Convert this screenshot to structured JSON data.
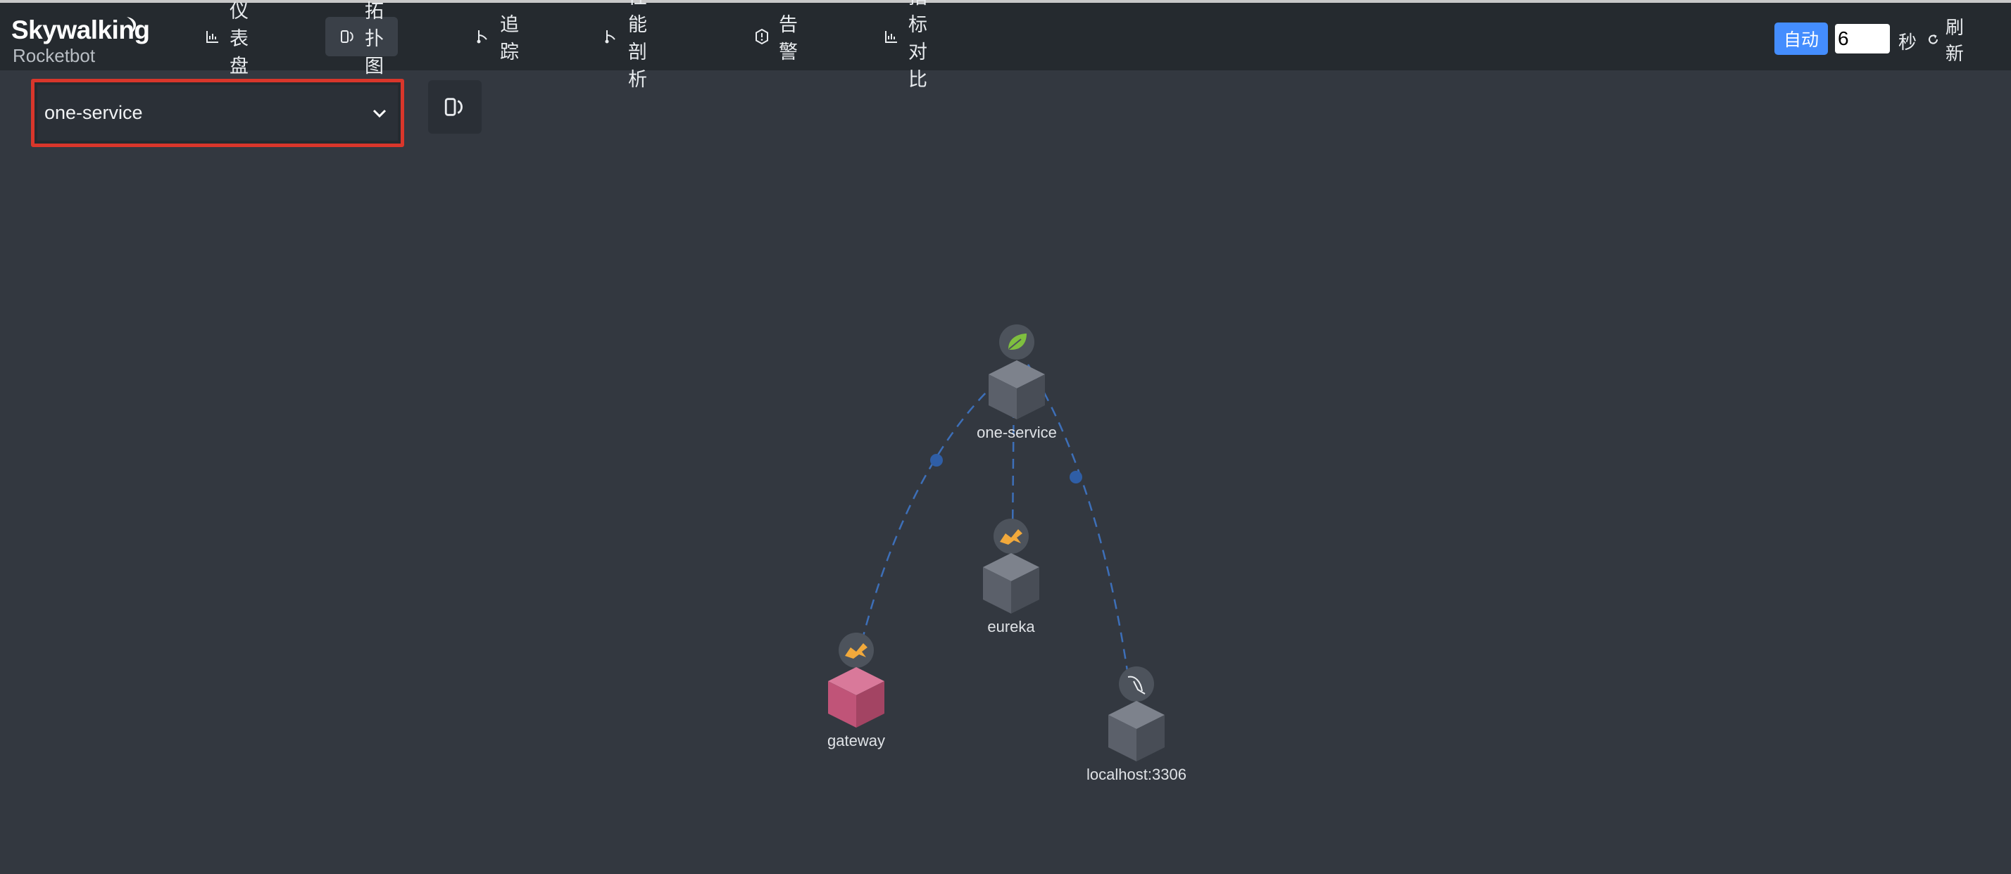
{
  "brand": {
    "name": "Skywalking",
    "subtitle": "Rocketbot"
  },
  "nav": {
    "items": [
      {
        "label": "仪表盘",
        "icon": "chart-icon",
        "active": false
      },
      {
        "label": "拓扑图",
        "icon": "topology-icon",
        "active": true
      },
      {
        "label": "追踪",
        "icon": "trace-icon",
        "active": false
      },
      {
        "label": "性能剖析",
        "icon": "profile-icon",
        "active": false
      },
      {
        "label": "告警",
        "icon": "alarm-icon",
        "active": false
      },
      {
        "label": "指标对比",
        "icon": "chart-icon",
        "active": false
      }
    ]
  },
  "toolbar": {
    "auto_label": "自动",
    "interval_value": "6",
    "seconds_label": "秒",
    "refresh_label": "刷新"
  },
  "service_selector": {
    "value": "one-service"
  },
  "topology": {
    "nodes": [
      {
        "id": "one-service",
        "label": "one-service",
        "type": "spring-boot",
        "color": "#5a5f6a"
      },
      {
        "id": "eureka",
        "label": "eureka",
        "type": "tomcat",
        "color": "#5a5f6a"
      },
      {
        "id": "gateway",
        "label": "gateway",
        "type": "tomcat",
        "color": "#c9557a"
      },
      {
        "id": "localhost:3306",
        "label": "localhost:3306",
        "type": "mysql",
        "color": "#5a5f6a"
      }
    ],
    "edges": [
      {
        "from": "gateway",
        "to": "one-service"
      },
      {
        "from": "eureka",
        "to": "one-service"
      },
      {
        "from": "localhost:3306",
        "to": "one-service"
      }
    ]
  },
  "colors": {
    "accent": "#448dfe",
    "highlight_border": "#d9362b",
    "edge": "#3d6fb8",
    "background": "#333840",
    "header": "#252a2f"
  }
}
